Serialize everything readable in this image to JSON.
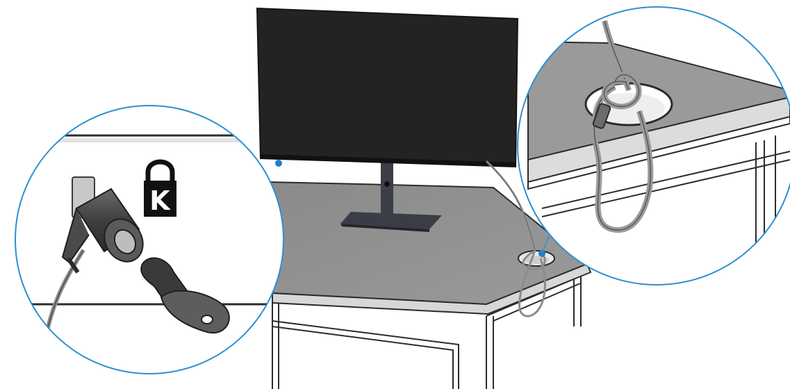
{
  "figure": {
    "subject": "kensington-lock-installation",
    "lock_symbol_letter": "K",
    "colors": {
      "callout_ring": "#2d8fd1",
      "callout_dot": "#1f7fcb",
      "monitor_panel": "#232324",
      "desk_top": "#8f8f8f",
      "desk_edge": "#d7d7d7",
      "cable": "#9a9a9a",
      "line_art": "#2b2b2b"
    },
    "callouts": [
      {
        "id": "lock-detail",
        "icon": "kensington-lock-icon"
      },
      {
        "id": "cable-anchor-detail"
      }
    ]
  }
}
